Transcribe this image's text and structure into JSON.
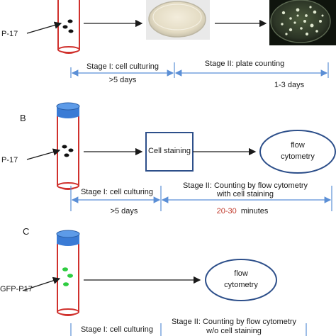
{
  "panels": {
    "a": {
      "tube_label": "P-17",
      "stage1_label": "Stage I: cell culturing",
      "stage1_duration": ">5 days",
      "stage2_label": "Stage II: plate counting",
      "stage2_duration": "1-3 days"
    },
    "b": {
      "letter": "B",
      "tube_label": "P-17",
      "staining_box": "Cell staining",
      "flow_ellipse_line1": "flow",
      "flow_ellipse_line2": "cytometry",
      "stage1_label": "Stage I: cell culturing",
      "stage1_duration": ">5 days",
      "stage2_label_line1": "Stage II: Counting by flow cytometry",
      "stage2_label_line2": "with cell staining",
      "stage2_duration_highlight": "20-30",
      "stage2_duration_unit": "minutes"
    },
    "c": {
      "letter": "C",
      "tube_label": "GFP-P17",
      "flow_ellipse_line1": "flow",
      "flow_ellipse_line2": "cytometry",
      "stage1_label": "Stage I: cell culturing",
      "stage2_label_line1": "Stage II: Counting by flow cytometry",
      "stage2_label_line2": "w/o cell staining"
    }
  },
  "colors": {
    "tube_outline": "#d0312d",
    "tube_cap": "#3a7bd5",
    "arrow": "#1a1a1a",
    "bracket": "#5b8fd6",
    "box_border": "#2d4f8a",
    "gfp_dots": "#2ecc40",
    "highlight_text": "#c0392b"
  }
}
